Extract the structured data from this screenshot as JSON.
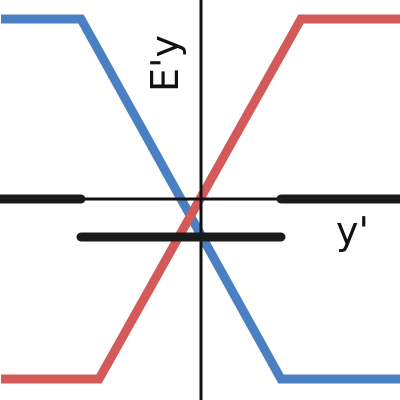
{
  "diagram": {
    "y_axis_label": "E'y",
    "x_axis_label": "y'",
    "colors": {
      "blue_curve": "#4a7fc1",
      "red_curve": "#d35a58",
      "axes": "#111111",
      "bars": "#1a1a1a",
      "background": "#ffffff"
    },
    "curves": [
      {
        "id": "blue-curve",
        "color_key": "blue_curve",
        "points": [
          [
            -1.0,
            0.9
          ],
          [
            -0.6,
            0.9
          ],
          [
            0.4,
            -0.9
          ],
          [
            1.0,
            -0.9
          ]
        ]
      },
      {
        "id": "red-curve",
        "color_key": "red_curve",
        "points": [
          [
            -1.0,
            -0.9
          ],
          [
            -0.51,
            -0.9
          ],
          [
            0.5,
            0.9
          ],
          [
            1.0,
            0.9
          ]
        ]
      }
    ],
    "bars": [
      {
        "id": "bar-left",
        "y": 0.0,
        "x_start": -1.0,
        "x_end": -0.6
      },
      {
        "id": "bar-right",
        "y": 0.0,
        "x_start": 0.4,
        "x_end": 1.0
      },
      {
        "id": "bar-middle",
        "y": -0.19,
        "x_start": -0.6,
        "x_end": 0.4
      }
    ],
    "x_range": [
      -1.0,
      1.0
    ],
    "y_range": [
      -1.0,
      1.0
    ]
  }
}
